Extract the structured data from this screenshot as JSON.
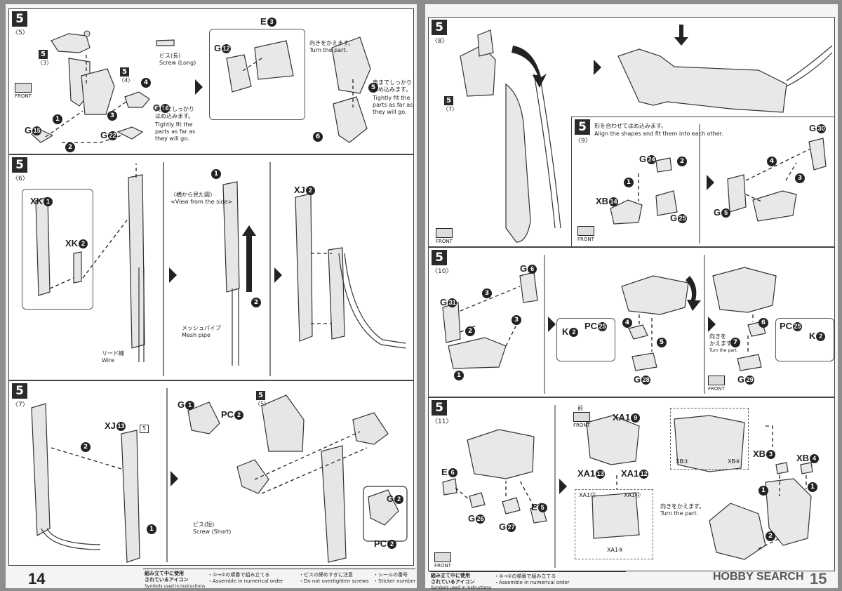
{
  "left_page": {
    "page_number": "14",
    "steps": [
      {
        "step": "5",
        "sub": "〈5〉",
        "labels": {
          "b5_3": "5",
          "b5_3_sub": "〈3〉",
          "b5_4": "5",
          "b5_4_sub": "〈4〉",
          "g15": "G",
          "g15n": "15",
          "g16": "G",
          "g16n": "16",
          "g22": "G",
          "g22n": "22",
          "e3": "E",
          "e3n": "3",
          "g12": "G",
          "g12n": "12"
        },
        "screw_label_jp": "ビス(長)",
        "screw_label_en": "Screw (Long)",
        "tight_jp": "奥までしっかり\nはめ込みます。",
        "tight_en": "Tightly fit the\nparts as far as\nthey will go.",
        "turn_jp": "向きをかえます。",
        "turn_en": "Turn the part.",
        "tight2_jp": "奥までしっかり\nはめ込みます。",
        "tight2_en": "Tightly fit the\nparts as far as\nthey will go.",
        "front": "FRONT",
        "nums": [
          "1",
          "2",
          "3",
          "4",
          "5",
          "6"
        ]
      },
      {
        "step": "5",
        "sub": "〈6〉",
        "labels": {
          "xk1": "XK",
          "xk1n": "1",
          "xk2": "XK",
          "xk2n": "2",
          "xj2": "XJ",
          "xj2n": "2"
        },
        "view_jp": "〈横から見た図〉",
        "view_en": "<View from the side>",
        "wire_jp": "リード線",
        "wire_en": "Wire",
        "mesh_jp": "メッシュパイプ",
        "mesh_en": "Mesh pipe",
        "nums": [
          "1",
          "2"
        ]
      },
      {
        "step": "5",
        "sub": "〈7〉",
        "labels": {
          "xj13": "XJ",
          "xj13n": "13",
          "g1": "G",
          "g1n": "1",
          "pc2a": "PC",
          "pc2an": "2",
          "g2": "G",
          "g2n": "2",
          "pc2b": "PC",
          "pc2bn": "2",
          "b5": "5",
          "b5sub": "〈5〉"
        },
        "screw_jp": "ビス(短)",
        "screw_en": "Screw (Short)",
        "sticker_num": "5",
        "nums": [
          "1",
          "2"
        ]
      }
    ],
    "legend": {
      "title_jp": "組み立て中に使用\nされているアイコン",
      "title_en": "Symbols used in instructions",
      "item1": "・①→②の順番で組み立てる\n・Assemble in numerical order",
      "item2": "・ビスの締めすぎに注意\n・Do not overtighten screws",
      "item3": "・シールの番号\n・Sticker number"
    }
  },
  "right_page": {
    "page_number": "15",
    "watermark": "HOBBY SEARCH",
    "steps": [
      {
        "step": "5",
        "sub": "〈8〉",
        "b5": "5",
        "b5sub": "〈7〉",
        "front": "FRONT"
      },
      {
        "step": "5",
        "sub": "〈9〉",
        "shape_jp": "形を合わせてはめ込みます。",
        "shape_en": "Align the shapes and fit them into each other.",
        "labels": {
          "g24": "G",
          "g24n": "24",
          "xb14": "XB",
          "xb14n": "14",
          "g25": "G",
          "g25n": "25",
          "g30": "G",
          "g30n": "30",
          "g5": "G",
          "g5n": "5"
        },
        "front": "FRONT",
        "nums": [
          "1",
          "2",
          "3",
          "4"
        ]
      },
      {
        "step": "5",
        "sub": "〈10〉",
        "labels": {
          "g31": "G",
          "g31n": "31",
          "g6": "G",
          "g6n": "6",
          "k2a": "K",
          "k2an": "2",
          "pc25a": "PC",
          "pc25an": "25",
          "g28": "G",
          "g28n": "28",
          "g29": "G",
          "g29n": "29",
          "pc25b": "PC",
          "pc25bn": "25",
          "k2b": "K",
          "k2bn": "2"
        },
        "turn_jp": "向きを\nかえます。",
        "turn_en": "Turn the part.",
        "front": "FRONT",
        "nums": [
          "1",
          "2",
          "3",
          "4",
          "5",
          "6",
          "7"
        ]
      },
      {
        "step": "5",
        "sub": "〈11〉",
        "labels": {
          "e6": "E",
          "e6n": "6",
          "g26": "G",
          "g26n": "26",
          "g27": "G",
          "g27n": "27",
          "e5": "E",
          "e5n": "5",
          "xa19": "XA1",
          "xa19n": "9",
          "xa113": "XA1",
          "xa113n": "13",
          "xa112": "XA1",
          "xa112n": "12",
          "xb3": "XB",
          "xb3n": "3",
          "xb4": "XB",
          "xb4n": "4"
        },
        "small_xa13": "XA1⑬",
        "small_xa12": "XA1⑫",
        "small_xa9": "XA1⑨",
        "small_xb3": "XB③",
        "small_xb4": "XB④",
        "front_jp": "前",
        "front": "FRONT",
        "turn_jp": "向きをかえます。",
        "turn_en": "Turn the part.",
        "nums": [
          "1",
          "2"
        ]
      }
    ],
    "legend": {
      "title_jp": "組み立て中に使用\nされているアイコン",
      "title_en": "Symbols used in instructions",
      "item1": "・①→②の順番で組み立てる\n・Assemble in numerical order"
    }
  }
}
